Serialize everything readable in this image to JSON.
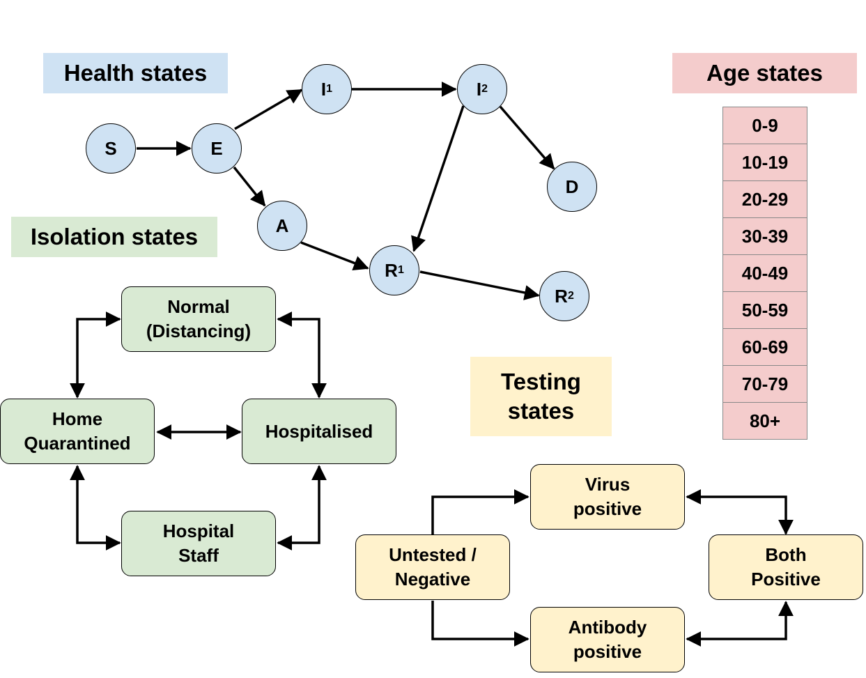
{
  "titles": {
    "health": "Health states",
    "isolation": "Isolation states",
    "age": "Age states",
    "testing": "Testing states"
  },
  "health_nodes": {
    "S": {
      "label": "S",
      "sub": ""
    },
    "E": {
      "label": "E",
      "sub": ""
    },
    "I1": {
      "label": "I",
      "sub": "1"
    },
    "I2": {
      "label": "I",
      "sub": "2"
    },
    "A": {
      "label": "A",
      "sub": ""
    },
    "D": {
      "label": "D",
      "sub": ""
    },
    "R1": {
      "label": "R",
      "sub": "1"
    },
    "R2": {
      "label": "R",
      "sub": "2"
    }
  },
  "isolation_nodes": {
    "normal": "Normal\n(Distancing)",
    "home": "Home\nQuarantined",
    "hospitalised": "Hospitalised",
    "staff": "Hospital\nStaff"
  },
  "testing_nodes": {
    "untested": "Untested /\nNegative",
    "virus": "Virus\npositive",
    "antibody": "Antibody\npositive",
    "both": "Both\nPositive"
  },
  "age_states": [
    "0-9",
    "10-19",
    "20-29",
    "30-39",
    "40-49",
    "50-59",
    "60-69",
    "70-79",
    "80+"
  ],
  "colors": {
    "health": "#cfe2f3",
    "isolation": "#d9ead3",
    "age": "#f4cccc",
    "testing": "#fff2cc"
  }
}
